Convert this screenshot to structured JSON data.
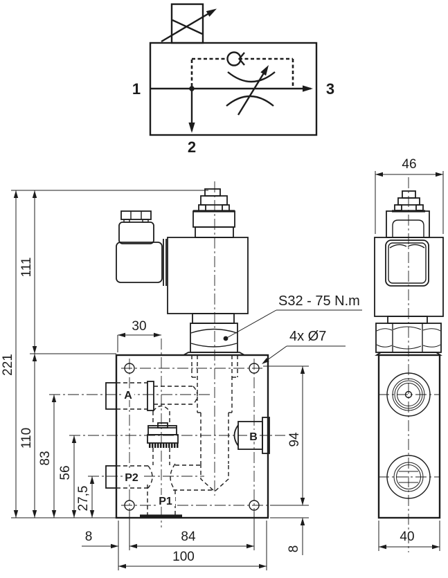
{
  "schematic": {
    "port_1": "1",
    "port_2": "2",
    "port_3": "3"
  },
  "front_view": {
    "dim_total_height": "221",
    "dim_upper_height": "111",
    "dim_block_height": "110",
    "dim_port_a_height": "83",
    "dim_center_height": "56",
    "dim_p2_height": "27,5",
    "dim_knob_offset": "30",
    "dim_edge_to_hole": "8",
    "dim_hole_spacing_h": "84",
    "dim_block_width": "100",
    "dim_hole_spacing_v": "94",
    "dim_hole_to_bottom": "8",
    "label_port_a": "A",
    "label_port_b": "B",
    "label_port_p1": "P1",
    "label_port_p2": "P2",
    "note_torque": "S32 - 75 N.m",
    "note_holes": "4x Ø7"
  },
  "side_view": {
    "dim_coil_width": "46",
    "dim_block_depth": "40"
  },
  "style": {
    "line_color": "#1c1c1c",
    "background": "#ffffff"
  }
}
